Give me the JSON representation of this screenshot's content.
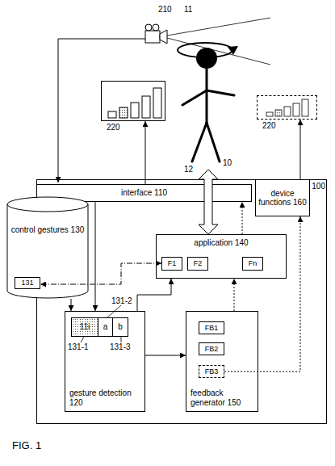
{
  "diagram": {
    "nodes": [
      {
        "text": [
          "220"
        ]
      },
      {
        "text": [
          "220"
        ]
      },
      {
        "text": [
          "100"
        ]
      },
      {
        "text": [
          "interface 110"
        ],
        "in": 2
      },
      {
        "text": [
          "device functions 160"
        ],
        "in": 2
      },
      {
        "text": [
          "control gestures 130"
        ]
      },
      {
        "text": [
          "131"
        ],
        "in": 5
      },
      {
        "text": [
          "application 140"
        ],
        "in": 2
      },
      {
        "text": [
          "F1"
        ],
        "in": 7
      },
      {
        "text": [
          "F2"
        ],
        "in": 7
      },
      {
        "text": [
          "Fn"
        ],
        "in": 7
      },
      {
        "text": [
          "gesture detection 120"
        ],
        "in": 2
      },
      {
        "text": [
          "11i"
        ],
        "in": 11
      },
      {
        "text": [
          "a"
        ],
        "in": 11
      },
      {
        "text": [
          "b"
        ],
        "in": 11
      },
      {
        "text": [
          "feedback generator 150"
        ],
        "in": 2
      },
      {
        "text": [
          "FB1"
        ],
        "in": 15
      },
      {
        "text": [
          "FB2"
        ],
        "in": 15
      },
      {
        "text": [
          "FB3"
        ],
        "in": 15
      }
    ],
    "edges": [
      {
        "from": 3,
        "to": 0,
        "arrow": "to"
      },
      {
        "from": 4,
        "to": 1,
        "arrow": "to"
      },
      {
        "from": 7,
        "to": 3,
        "arrow": "to"
      },
      {
        "from": 3,
        "to": 11,
        "arrow": "to"
      },
      {
        "from": 5,
        "to": 11,
        "arrow": "to"
      },
      {
        "from": 8,
        "to": 6,
        "arrow": "both"
      },
      {
        "from": 11,
        "to": 7,
        "arrow": "to"
      },
      {
        "from": 11,
        "to": 15,
        "arrow": "to"
      },
      {
        "from": 15,
        "to": 7,
        "arrow": "to"
      },
      {
        "from": 18,
        "to": 4,
        "arrow": "to"
      }
    ],
    "labels": [
      "210",
      "11",
      "10",
      "12",
      "131-2",
      "131-1",
      "131-3",
      "FIG. 1"
    ]
  }
}
